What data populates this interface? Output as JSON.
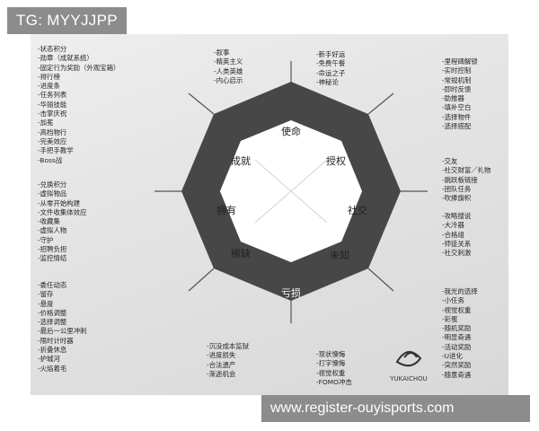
{
  "tag_label": "TG: MYYJJPP",
  "watermark_url": "www.register-ouyisports.com",
  "diagram": {
    "core": {
      "top": "使命",
      "upper_left": "成就",
      "upper_right": "授权",
      "left": "拥有",
      "right": "社交",
      "lower_left": "稀缺",
      "lower_right": "未知",
      "bottom": "亏损"
    },
    "lists": {
      "top_left": [
        "状态积分",
        "勋章（成就系统）",
        "固定行为奖励（外观宝箱）",
        "排行榜",
        "进度条",
        "任务列表",
        "华丽技能",
        "击掌庆祝",
        "加冕",
        "高档物行",
        "完美效应",
        "手把手教学",
        "Boss战"
      ],
      "top_mid": [
        "叙事",
        "精英主义",
        "人类英雄",
        "内心启示"
      ],
      "top_right_mid": [
        "新手好运",
        "免费午餐",
        "命运之子",
        "神秘论"
      ],
      "top_right": [
        "里程碑解锁",
        "实时控制",
        "常规机制",
        "即时反馈",
        "助推器",
        "填补空白",
        "选择物件",
        "选择搭配"
      ],
      "mid_left": [
        "兑换积分",
        "虚拟物品",
        "从零开始构建",
        "文件收集体效应",
        "收藏集",
        "虚拟人物",
        "守护",
        "招聘负担",
        "监控情结"
      ],
      "mid_right_a": [
        "交友",
        "社交财富／礼物",
        "跳跃板链接",
        "团队任务",
        "吹捧旗帜"
      ],
      "mid_right_b": [
        "攻略搜说",
        "大冷器",
        "合格组",
        "师徒关系",
        "社交刺激"
      ],
      "bottom_left": [
        "委任动态",
        "留存",
        "悬度",
        "价格调整",
        "选择调整",
        "最后一公里冲刺",
        "限时计时器",
        "折叠休息",
        "护城河",
        "火焰着毛"
      ],
      "bottom_mid_left": [
        "沉没成本监狱",
        "进度损失",
        "合法遗产",
        "渐逝机会"
      ],
      "bottom_mid_right": [
        "现状懊悔",
        "打字懊悔",
        "视觉权重",
        "FOMO冲击"
      ],
      "bottom_right": [
        "我光的选择",
        "小任务",
        "视觉权重",
        "彩蛋",
        "随机奖励",
        "明显奇遇",
        "活动奖励",
        "U进化",
        "突然奖励",
        "随意奇遇"
      ]
    },
    "logo_text": "YUKAICHOU"
  },
  "colors": {
    "ring": "#474747",
    "core_fill": "#ffffff",
    "photo_bg": "#e6e6e6",
    "overlay": "#8c8c8c"
  }
}
